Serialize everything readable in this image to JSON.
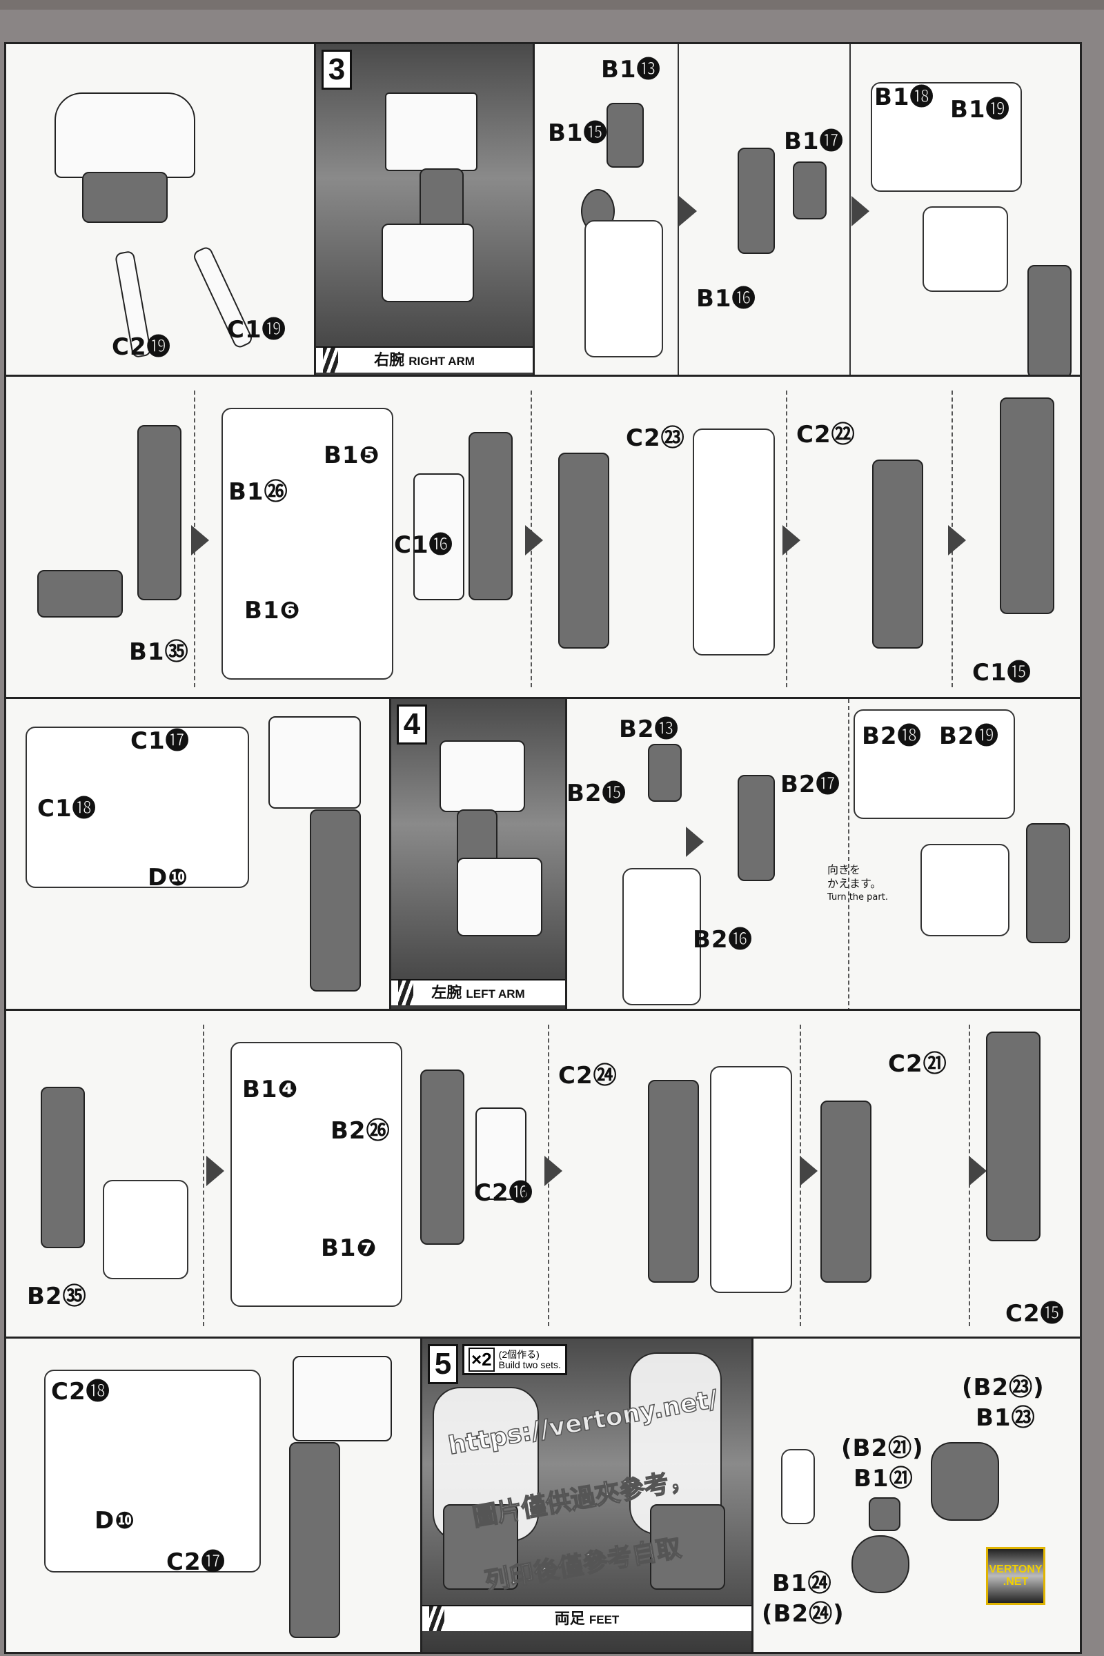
{
  "row1": {
    "labels": [
      "C2⓳",
      "C1⓳"
    ],
    "step": {
      "number": "3",
      "caption_jp": "右腕",
      "caption_en": "RIGHT ARM"
    },
    "parts": [
      "B1⓭",
      "B1⓯",
      "B1⓱",
      "B1⓰",
      "B1⓲",
      "B1⓳"
    ]
  },
  "row2": {
    "parts": [
      "B1㉖",
      "B1❺",
      "C1⓰",
      "B1❻",
      "B1㉟",
      "C2㉓",
      "C2㉒",
      "C1⓯"
    ]
  },
  "row3": {
    "labels": [
      "C1⓱",
      "C1⓲",
      "D❿"
    ],
    "step": {
      "number": "4",
      "caption_jp": "左腕",
      "caption_en": "LEFT ARM"
    },
    "parts": [
      "B2⓭",
      "B2⓯",
      "B2⓱",
      "B2⓰",
      "B2⓲",
      "B2⓳"
    ],
    "note": {
      "jp1": "向きを",
      "jp2": "かえます。",
      "en": "Turn the part."
    }
  },
  "row4": {
    "parts": [
      "B2㉟",
      "B1❹",
      "B2㉖",
      "B1❼",
      "C2⓰",
      "C2㉔",
      "C2㉑",
      "C2⓯"
    ]
  },
  "row5": {
    "labels": [
      "C2⓲",
      "D❿",
      "C2⓱"
    ],
    "step": {
      "number": "5",
      "multiplier": "×2",
      "count_jp": "(2個作る)",
      "count_en": "Build two sets.",
      "caption_jp": "両足",
      "caption_en": "FEET"
    },
    "parts": [
      "(B2㉓)",
      "B1㉓",
      "(B2㉑)",
      "B1㉑",
      "B1㉔",
      "(B2㉔)"
    ]
  },
  "watermark": {
    "url": "https://vertony.net/",
    "line1": "圖片僅供過夾參考，",
    "line2": "列印後僅參考自取"
  },
  "logo": {
    "line1": "VERTONY",
    ".net": ".NET",
    "line2": ".NET"
  }
}
